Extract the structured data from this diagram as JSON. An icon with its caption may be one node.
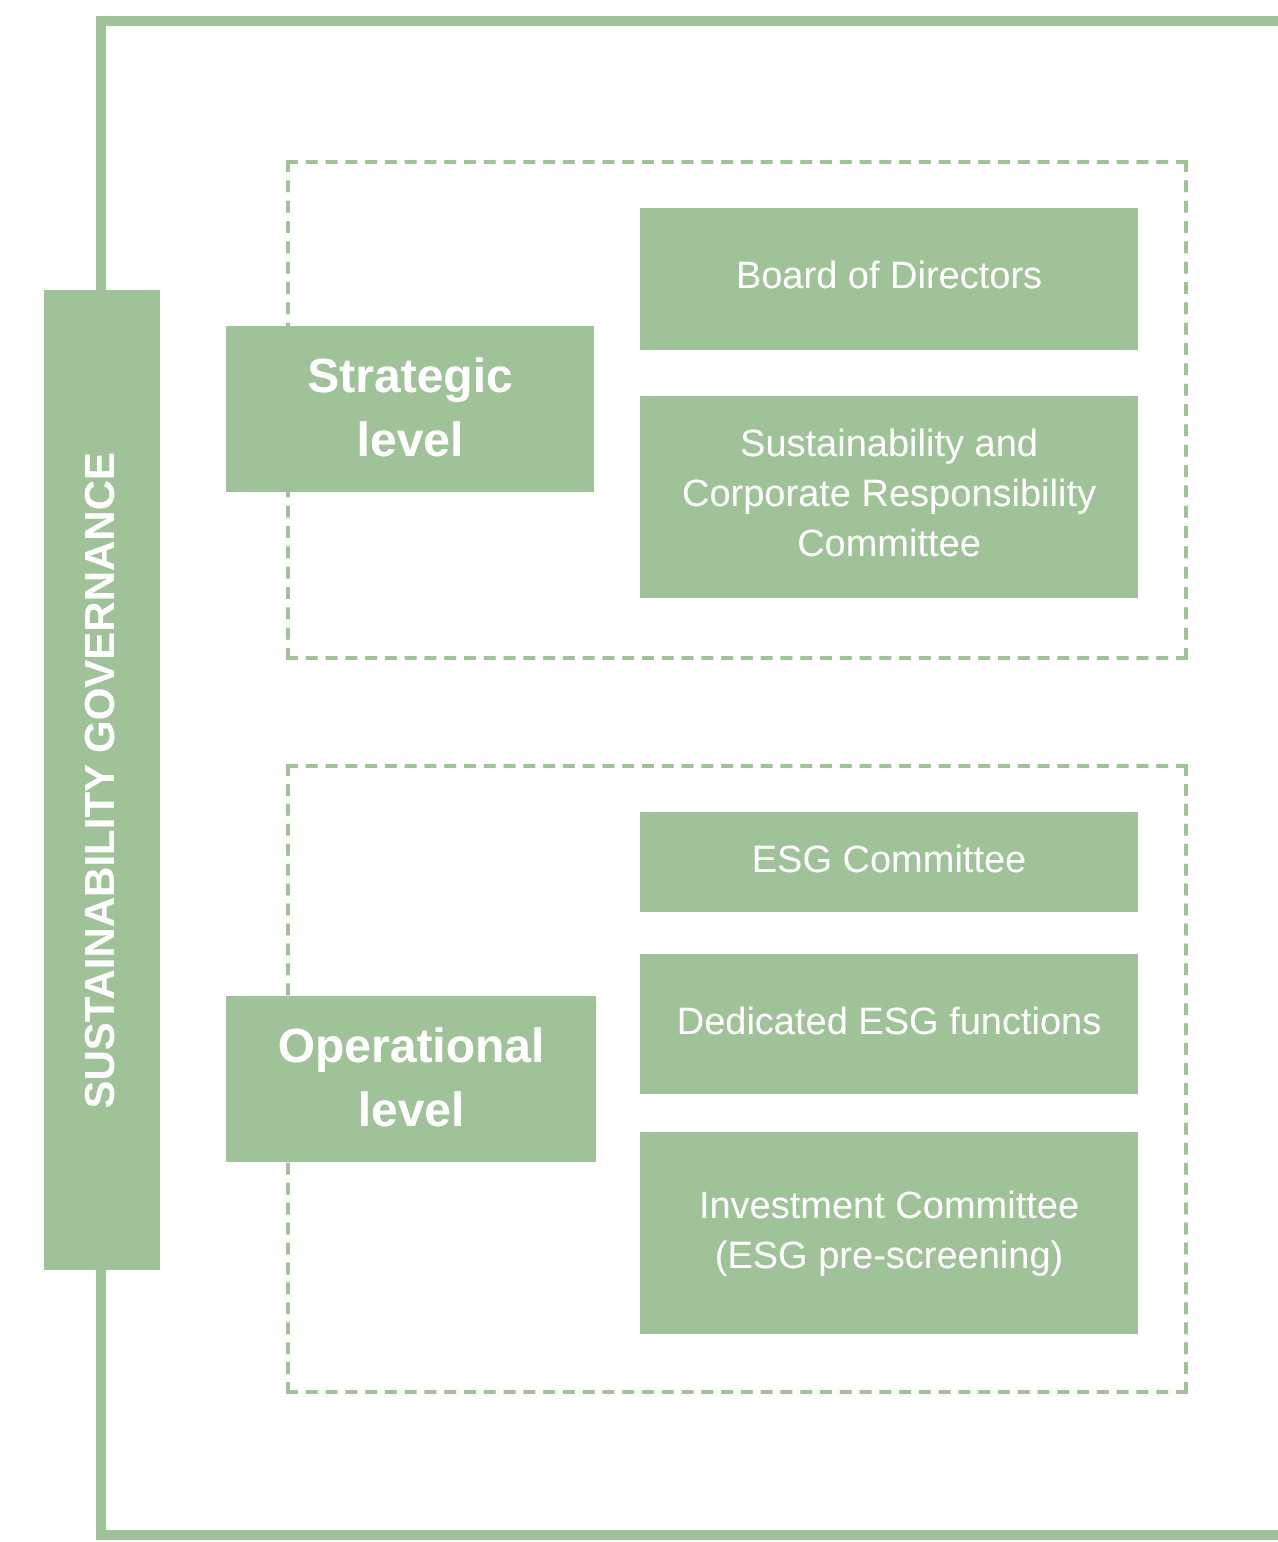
{
  "diagram": {
    "nodes": [
      {
        "text": [
          "SUSTAINABILITY GOVERNANCE"
        ]
      },
      {
        "text": [],
        "shape": "box",
        "in": 0
      },
      {
        "text": [
          "Strategic level"
        ],
        "in": 0
      },
      {
        "text": [
          "Board of Directors"
        ],
        "in": 1
      },
      {
        "text": [
          "Sustainability and Corporate Responsibility Committee"
        ],
        "in": 1
      },
      {
        "text": [],
        "shape": "box",
        "in": 0
      },
      {
        "text": [
          "Operational level"
        ],
        "in": 0
      },
      {
        "text": [
          "ESG Committee"
        ],
        "in": 5
      },
      {
        "text": [
          "Dedicated ESG functions"
        ],
        "in": 5
      },
      {
        "text": [
          "Investment Committee (ESG pre-screening)"
        ],
        "in": 5
      }
    ]
  }
}
